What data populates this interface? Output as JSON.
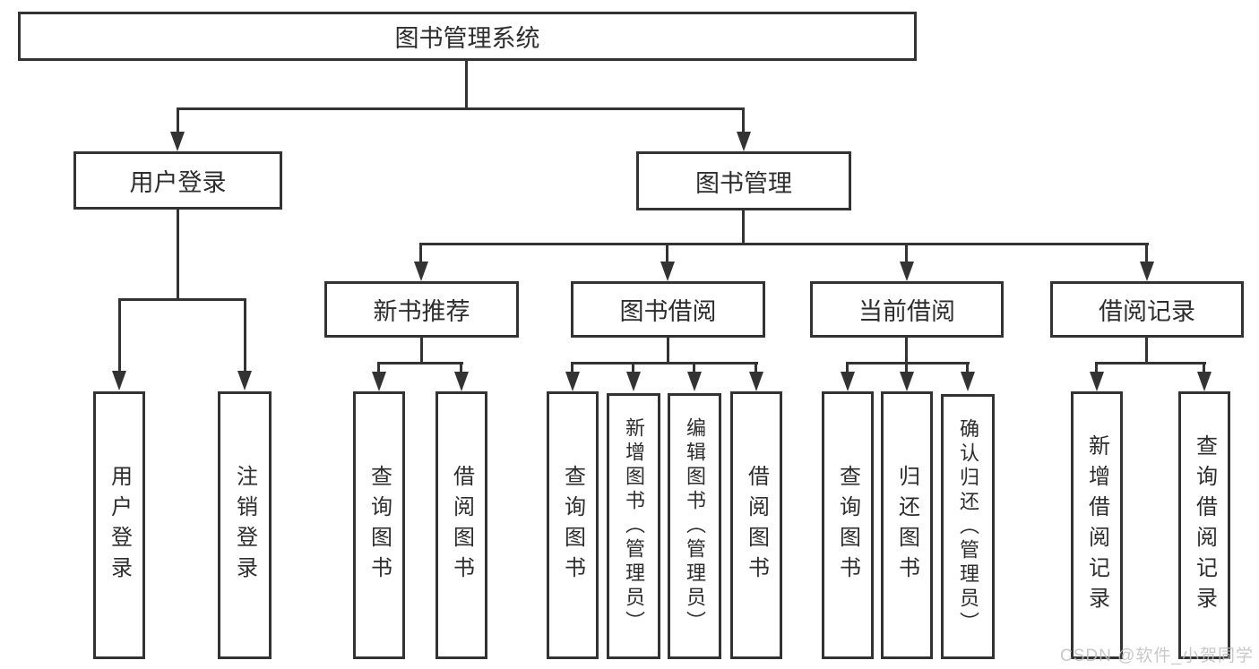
{
  "tree": {
    "root": {
      "label": "图书管理系统"
    },
    "branches": [
      {
        "label": "用户登录",
        "children": [
          {
            "label": "用户登录"
          },
          {
            "label": "注销登录"
          }
        ]
      },
      {
        "label": "图书管理",
        "children": [
          {
            "label": "新书推荐",
            "children": [
              {
                "label": "查询图书"
              },
              {
                "label": "借阅图书"
              }
            ]
          },
          {
            "label": "图书借阅",
            "children": [
              {
                "label": "查询图书"
              },
              {
                "label": "新增图书（管理员）"
              },
              {
                "label": "编辑图书（管理员）"
              },
              {
                "label": "借阅图书"
              }
            ]
          },
          {
            "label": "当前借阅",
            "children": [
              {
                "label": "查询图书"
              },
              {
                "label": "归还图书"
              },
              {
                "label": "确认归还（管理员）"
              }
            ]
          },
          {
            "label": "借阅记录",
            "children": [
              {
                "label": "新增借阅记录"
              },
              {
                "label": "查询借阅记录"
              }
            ]
          }
        ]
      }
    ]
  },
  "watermark": {
    "text": "CSDN @软件_小贺同学"
  },
  "colors": {
    "line": "#333333",
    "text": "#2d2d2d",
    "background": "#ffffff",
    "watermark": "#bfbfbf"
  }
}
